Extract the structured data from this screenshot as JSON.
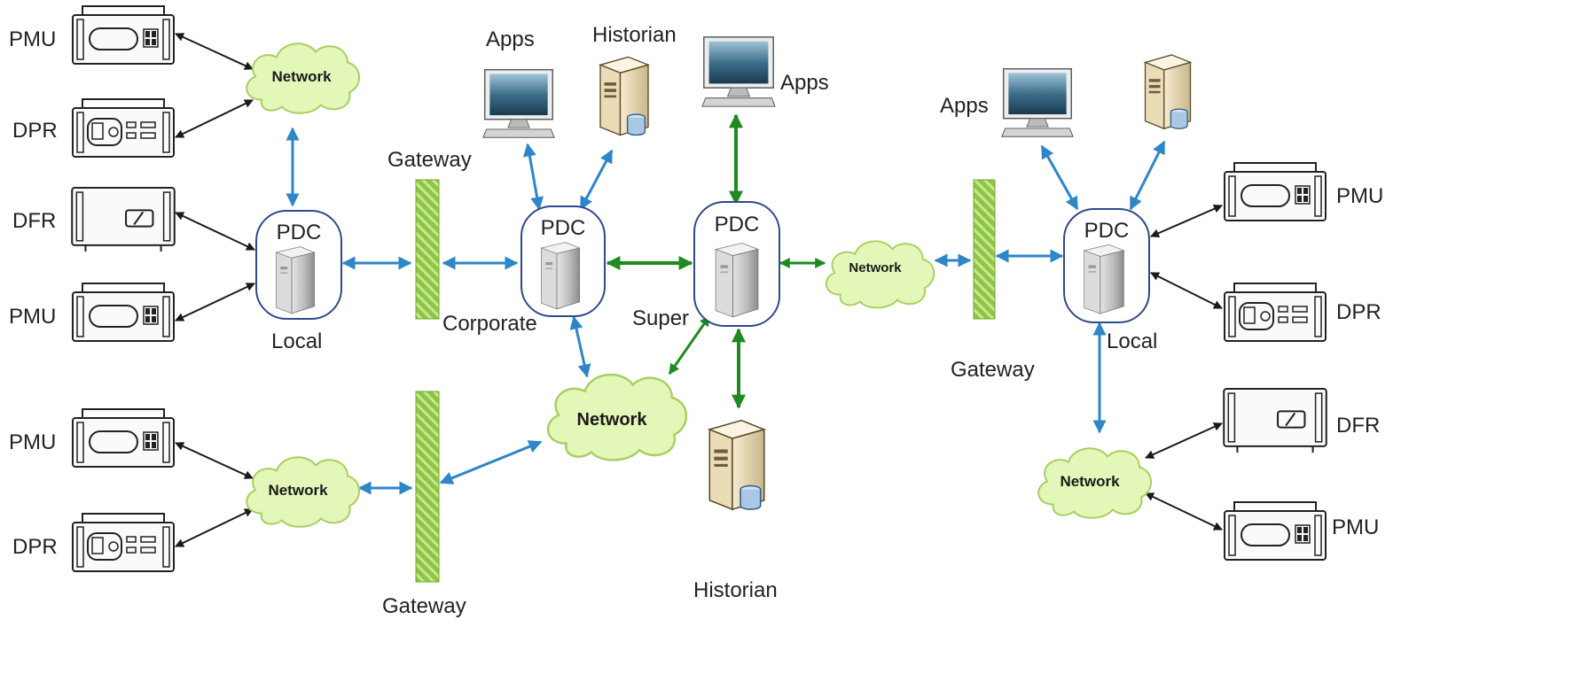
{
  "labels": {
    "pmu": "PMU",
    "dpr": "DPR",
    "dfr": "DFR",
    "network": "Network",
    "pdc": "PDC",
    "local": "Local",
    "corporate": "Corporate",
    "super": "Super",
    "gateway": "Gateway",
    "apps": "Apps",
    "historian": "Historian"
  },
  "colors": {
    "blue_link": "#2e86c9",
    "green_link": "#1f8a1f",
    "black_link": "#1a1a1a",
    "gateway_fill": "#8dc63f",
    "cloud_fill": "#e3f7b8",
    "pdc_border": "#2f4a8a"
  }
}
